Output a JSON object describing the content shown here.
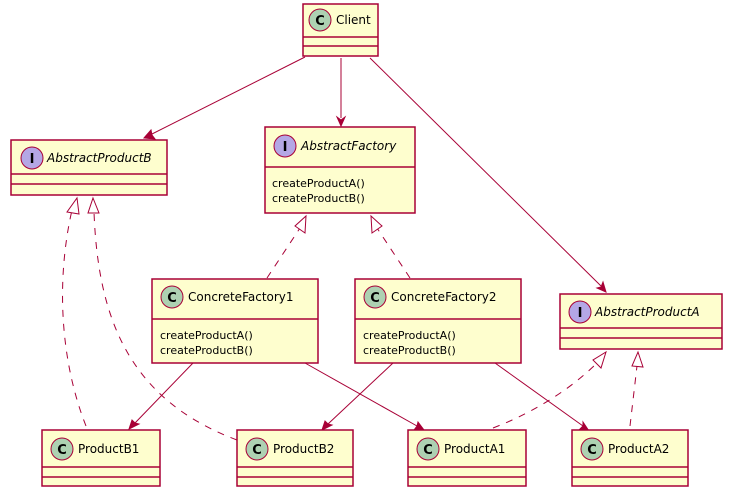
{
  "colors": {
    "box_fill": "#FEFECE",
    "border": "#A80036",
    "class_badge": "#ADD1B2",
    "interface_badge": "#B4A7E5"
  },
  "badges": {
    "class_letter": "C",
    "interface_letter": "I"
  },
  "nodes": {
    "client": {
      "name": "Client"
    },
    "abstract_product_b": {
      "name": "AbstractProductB"
    },
    "abstract_factory": {
      "name": "AbstractFactory",
      "methods": [
        "createProductA()",
        "createProductB()"
      ]
    },
    "concrete_factory_1": {
      "name": "ConcreteFactory1",
      "methods": [
        "createProductA()",
        "createProductB()"
      ]
    },
    "concrete_factory_2": {
      "name": "ConcreteFactory2",
      "methods": [
        "createProductA()",
        "createProductB()"
      ]
    },
    "abstract_product_a": {
      "name": "AbstractProductA"
    },
    "product_b1": {
      "name": "ProductB1"
    },
    "product_b2": {
      "name": "ProductB2"
    },
    "product_a1": {
      "name": "ProductA1"
    },
    "product_a2": {
      "name": "ProductA2"
    }
  }
}
